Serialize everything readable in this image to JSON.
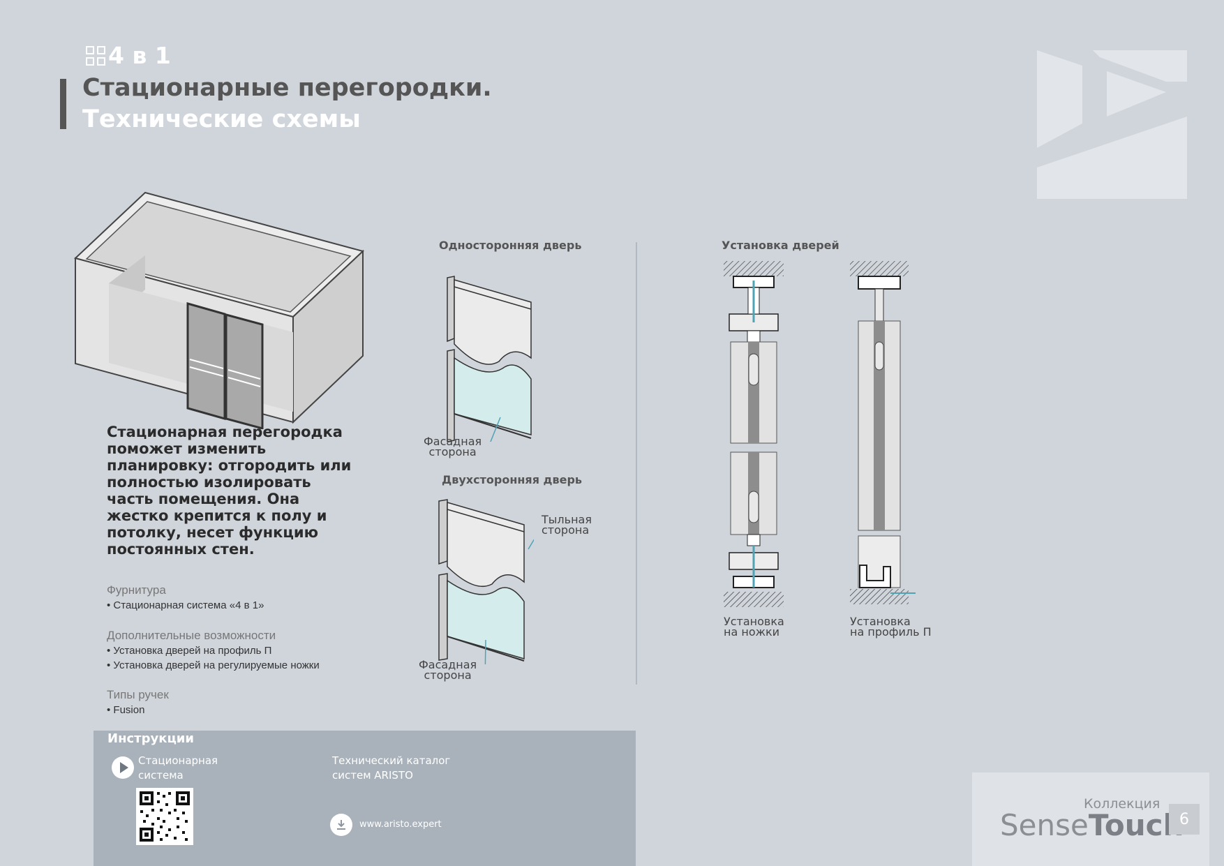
{
  "header": {
    "section_tag": "4 в 1",
    "title_line1": "Стационарные перегородки.",
    "title_line2": "Технические схемы"
  },
  "description": "Стационарная перегородка поможет изменить планировку: отгородить или полностью изолировать часть помещения. Она жестко крепится к полу и потолку, несет функцию постоянных стен.",
  "info": {
    "fittings_heading": "Фурнитура",
    "fittings_items": [
      "Стационарная система «4 в 1»"
    ],
    "extra_heading": "Дополнительные возможности",
    "extra_items": [
      "Установка дверей на профиль П",
      "Установка дверей на регулируемые ножки"
    ],
    "handles_heading": "Типы ручек",
    "handles_items": [
      "Fusion"
    ]
  },
  "diagrams": {
    "single_door_title": "Односторонняя дверь",
    "single_door_facade_l1": "Фасадная",
    "single_door_facade_l2": "сторона",
    "double_door_title": "Двухсторонняя дверь",
    "double_door_back_l1": "Тыльная",
    "double_door_back_l2": "сторона",
    "double_door_facade_l1": "Фасадная",
    "double_door_facade_l2": "сторона",
    "installation_title": "Установка дверей",
    "legs_l1": "Установка",
    "legs_l2": "на ножки",
    "profile_l1": "Установка",
    "profile_l2": "на профиль П"
  },
  "instructions": {
    "title": "Инструкции",
    "video_l1": "Стационарная",
    "video_l2": "система",
    "catalog_l1": "Технический каталог",
    "catalog_l2": "систем ARISTO",
    "website": "www.aristo.expert"
  },
  "footer": {
    "collection_label": "Коллекция",
    "brand_part1": "Sense",
    "brand_part2": "Touch",
    "page_number": "6"
  },
  "colors": {
    "background": "#d0d5dc",
    "accent_teal": "#4fa3b4",
    "instructions_panel": "#a9b2bb"
  }
}
